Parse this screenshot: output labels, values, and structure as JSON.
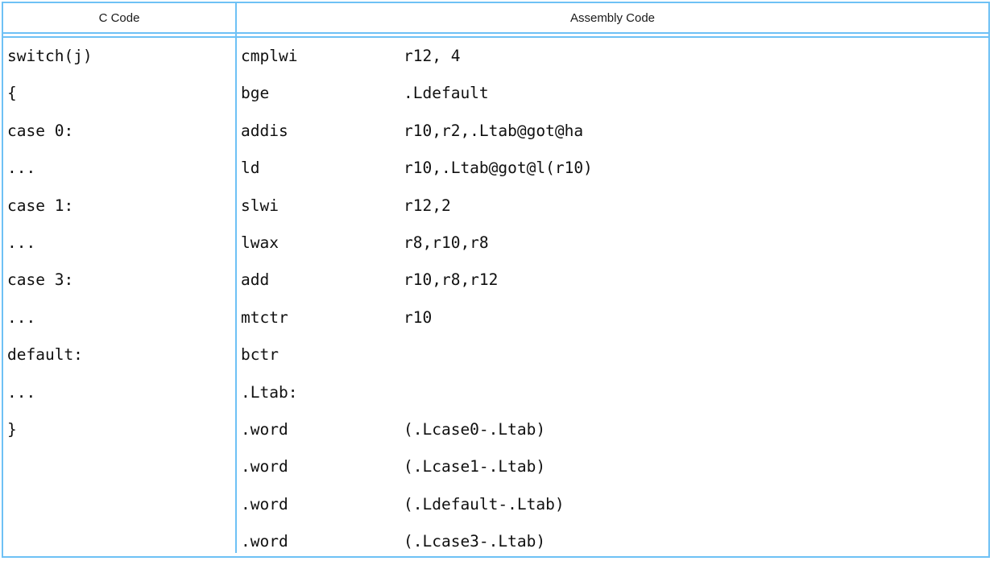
{
  "table": {
    "border_color": "#6ec1f5",
    "background": "#ffffff",
    "text_color": "#101010",
    "headers": {
      "c_code": "C Code",
      "assembly_code": "Assembly Code"
    },
    "c_code_lines": [
      "switch(j)",
      "{",
      "case 0:",
      "...",
      "case 1:",
      "...",
      "case 3:",
      "...",
      "default:",
      "...",
      "}"
    ],
    "assembly_lines": [
      {
        "mnemonic": "cmplwi",
        "operands": "r12, 4"
      },
      {
        "mnemonic": "bge",
        "operands": ".Ldefault"
      },
      {
        "mnemonic": "addis",
        "operands": "r10,r2,.Ltab@got@ha"
      },
      {
        "mnemonic": "ld",
        "operands": "r10,.Ltab@got@l(r10)"
      },
      {
        "mnemonic": "slwi",
        "operands": "r12,2"
      },
      {
        "mnemonic": "lwax",
        "operands": "r8,r10,r8"
      },
      {
        "mnemonic": "add",
        "operands": "r10,r8,r12"
      },
      {
        "mnemonic": "mtctr",
        "operands": "r10"
      },
      {
        "mnemonic": "bctr",
        "operands": ""
      },
      {
        "mnemonic": ".Ltab:",
        "operands": ""
      },
      {
        "mnemonic": ".word",
        "operands": "(.Lcase0-.Ltab)"
      },
      {
        "mnemonic": ".word",
        "operands": "(.Lcase1-.Ltab)"
      },
      {
        "mnemonic": ".word",
        "operands": "(.Ldefault-.Ltab)"
      },
      {
        "mnemonic": ".word",
        "operands": "(.Lcase3-.Ltab)"
      }
    ]
  }
}
